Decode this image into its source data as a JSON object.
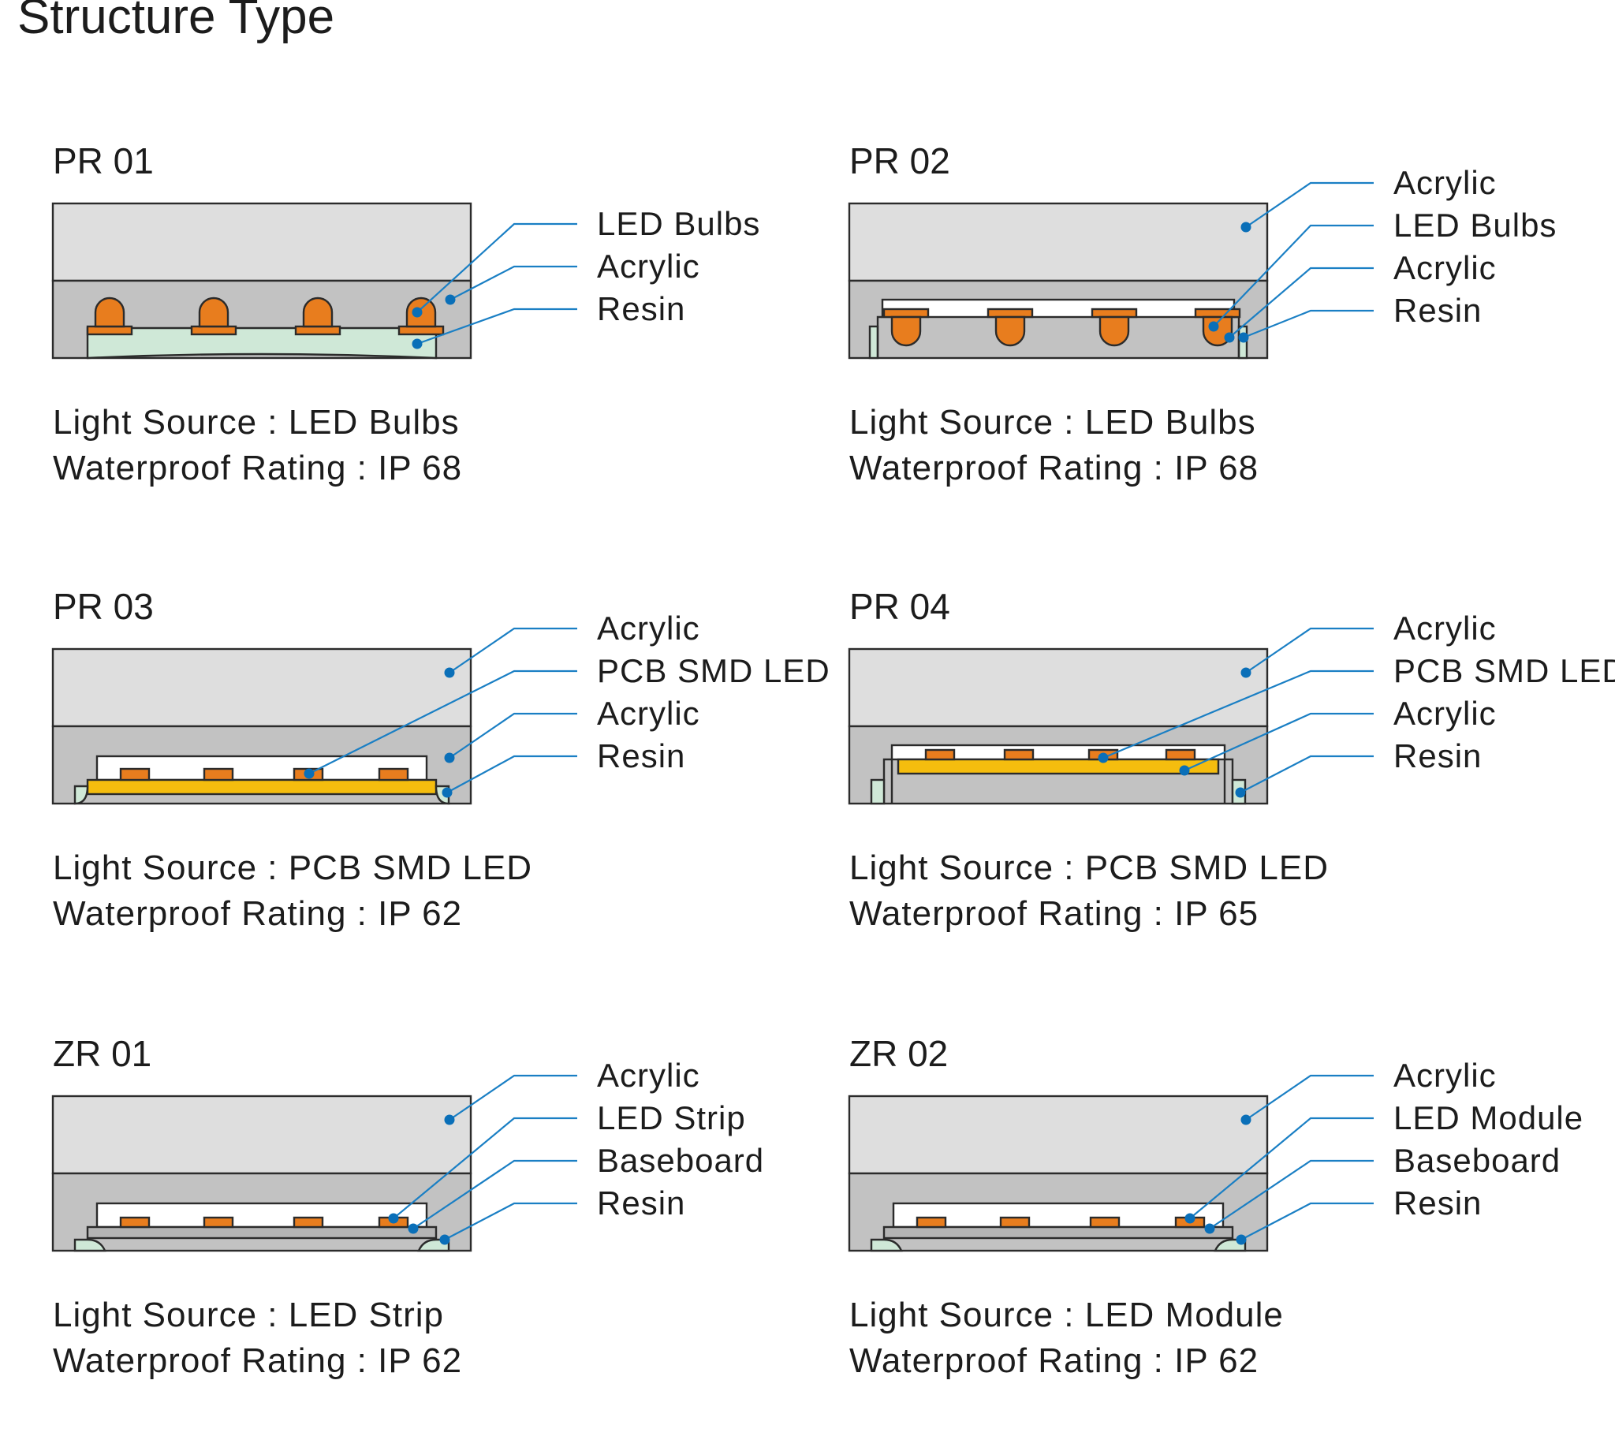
{
  "title": "Structure Type",
  "colors": {
    "acrylic_top": "#dedede",
    "housing": "#c2c2c2",
    "resin": "#cfe8d7",
    "led": "#e87d1e",
    "pcb": "#f5bd0e",
    "white_board": "#ffffff",
    "leader": "#1a7fc4",
    "outline": "#2b2b2b"
  },
  "panels": [
    {
      "code": "PR 01",
      "labels": [
        "LED Bulbs",
        "Acrylic",
        "Resin"
      ],
      "light_source": "Light Source : LED Bulbs",
      "waterproof": "Waterproof Rating : IP 68"
    },
    {
      "code": "PR 02",
      "labels": [
        "Acrylic",
        "LED Bulbs",
        "Acrylic",
        "Resin"
      ],
      "light_source": "Light Source : LED Bulbs",
      "waterproof": "Waterproof Rating : IP 68"
    },
    {
      "code": "PR 03",
      "labels": [
        "Acrylic",
        "PCB SMD LED",
        "Acrylic",
        "Resin"
      ],
      "light_source": "Light Source : PCB SMD LED",
      "waterproof": "Waterproof Rating : IP 62"
    },
    {
      "code": "PR 04",
      "labels": [
        "Acrylic",
        "PCB SMD LED",
        "Acrylic",
        "Resin"
      ],
      "light_source": "Light Source : PCB SMD LED",
      "waterproof": "Waterproof Rating : IP 65"
    },
    {
      "code": "ZR 01",
      "labels": [
        "Acrylic",
        "LED Strip",
        "Baseboard",
        "Resin"
      ],
      "light_source": "Light Source : LED Strip",
      "waterproof": "Waterproof Rating : IP 62"
    },
    {
      "code": "ZR 02",
      "labels": [
        "Acrylic",
        "LED Module",
        "Baseboard",
        "Resin"
      ],
      "light_source": "Light Source : LED Module",
      "waterproof": "Waterproof Rating : IP 62"
    }
  ]
}
